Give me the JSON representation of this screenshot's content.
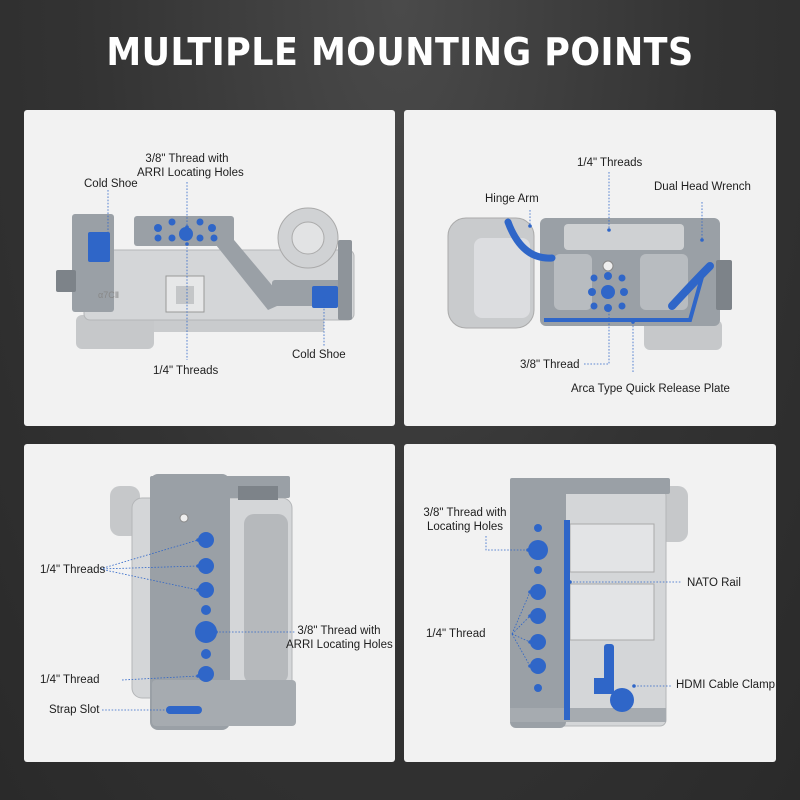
{
  "title": "MULTIPLE MOUNTING POINTS",
  "panels": {
    "top_left": {
      "labels": {
        "thread_38": "3/8\" Thread with",
        "thread_38_b": "ARRI Locating Holes",
        "cold_shoe_left": "Cold Shoe",
        "cold_shoe_right": "Cold Shoe",
        "threads_14": "1/4\" Threads"
      },
      "camera_model": "α7CⅡ"
    },
    "top_right": {
      "labels": {
        "threads_14": "1/4\" Threads",
        "hinge_arm": "Hinge Arm",
        "dual_head_wrench": "Dual Head Wrench",
        "thread_38": "3/8\" Thread",
        "arca_plate": "Arca Type Quick Release Plate"
      }
    },
    "bottom_left": {
      "labels": {
        "threads_14": "1/4\" Threads",
        "thread_38": "3/8\" Thread with",
        "thread_38_b": "ARRI Locating Holes",
        "thread_14": "1/4\" Thread",
        "strap_slot": "Strap Slot"
      }
    },
    "bottom_right": {
      "labels": {
        "thread_38": "3/8\" Thread with",
        "thread_38_b": "Locating Holes",
        "nato_rail": "NATO Rail",
        "threads_14": "1/4\" Thread",
        "hdmi_clamp": "HDMI Cable Clamp"
      }
    }
  },
  "colors": {
    "accent_blue": "#2f66c8",
    "cage_gray": "#8e949a",
    "camera_silver": "#d4d6d8",
    "panel_bg": "#f2f2f2"
  }
}
